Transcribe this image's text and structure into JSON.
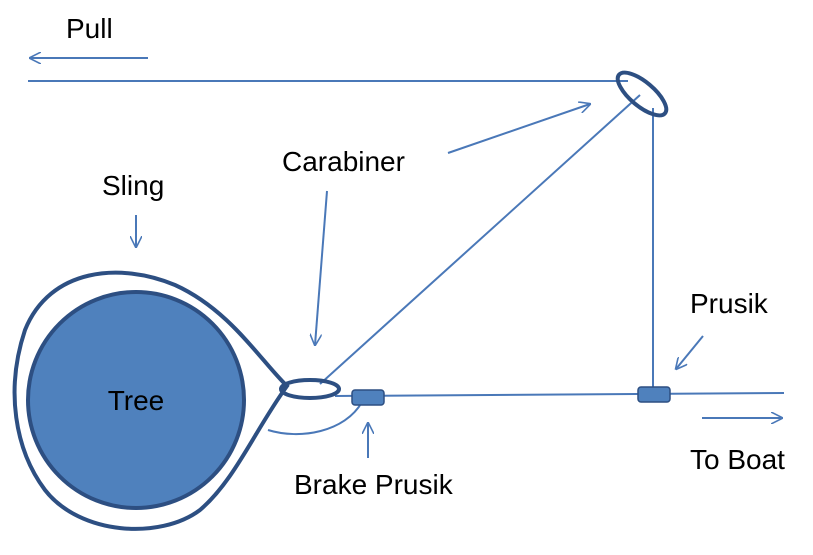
{
  "labels": {
    "pull": "Pull",
    "carabiner": "Carabiner",
    "sling": "Sling",
    "tree": "Tree",
    "prusik": "Prusik",
    "brake_prusik": "Brake Prusik",
    "to_boat": "To Boat"
  },
  "colors": {
    "rope": "#4a78b8",
    "outline": "#2d4f82",
    "tree_fill": "#4f81bd",
    "text": "#000000"
  }
}
